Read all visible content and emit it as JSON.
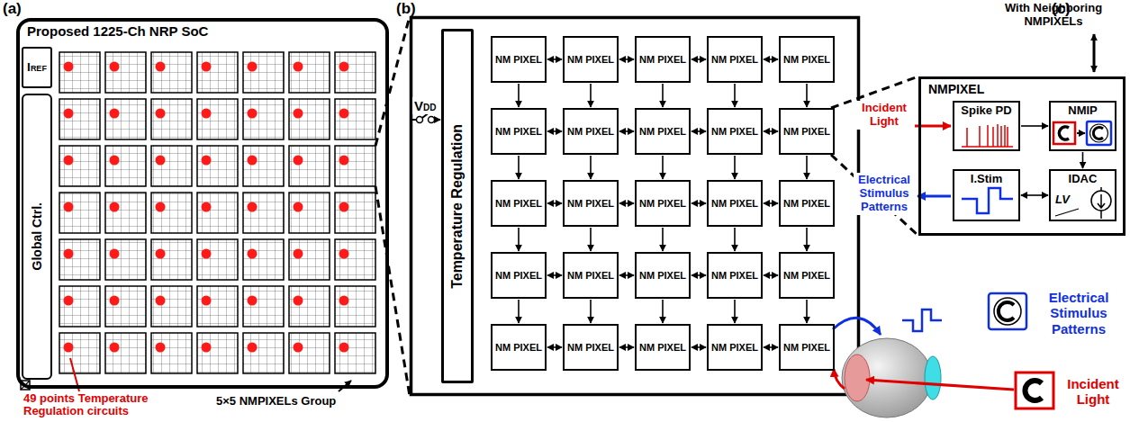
{
  "diagram": {
    "nodes": [
      {
        "text": [
          "Proposed 1225-Ch NRP SoC"
        ]
      },
      {
        "text": [
          "IREF"
        ],
        "in": 0
      },
      {
        "text": [
          "Global Ctrl."
        ],
        "in": 0
      },
      {
        "text": [
          "Temperature Regulation"
        ]
      },
      {
        "text": [
          "NM PIXEL"
        ]
      },
      {
        "text": [
          "NM PIXEL"
        ]
      },
      {
        "text": [
          "NM PIXEL"
        ]
      },
      {
        "text": [
          "NM PIXEL"
        ]
      },
      {
        "text": [
          "NM PIXEL"
        ]
      },
      {
        "text": [
          "NM PIXEL"
        ]
      },
      {
        "text": [
          "NM PIXEL"
        ]
      },
      {
        "text": [
          "NM PIXEL"
        ]
      },
      {
        "text": [
          "NM PIXEL"
        ]
      },
      {
        "text": [
          "NM PIXEL"
        ]
      },
      {
        "text": [
          "NM PIXEL"
        ]
      },
      {
        "text": [
          "NM PIXEL"
        ]
      },
      {
        "text": [
          "NM PIXEL"
        ]
      },
      {
        "text": [
          "NM PIXEL"
        ]
      },
      {
        "text": [
          "NM PIXEL"
        ]
      },
      {
        "text": [
          "NM PIXEL"
        ]
      },
      {
        "text": [
          "NM PIXEL"
        ]
      },
      {
        "text": [
          "NM PIXEL"
        ]
      },
      {
        "text": [
          "NM PIXEL"
        ]
      },
      {
        "text": [
          "NM PIXEL"
        ]
      },
      {
        "text": [
          "NM PIXEL"
        ]
      },
      {
        "text": [
          "NM PIXEL"
        ]
      },
      {
        "text": [
          "NM PIXEL"
        ]
      },
      {
        "text": [
          "NM PIXEL"
        ]
      },
      {
        "text": [
          "NM PIXEL"
        ]
      },
      {
        "text": [
          "NMPIXEL"
        ]
      },
      {
        "text": [
          "Spike PD"
        ],
        "in": 29
      },
      {
        "text": [
          "NMIP"
        ],
        "in": 29
      },
      {
        "text": [
          "I.Stim"
        ],
        "in": 29
      },
      {
        "text": [
          "IDAC"
        ],
        "in": 29
      }
    ],
    "edges": [
      {
        "from": 4,
        "to": 5,
        "arrow": "both"
      },
      {
        "from": 5,
        "to": 6,
        "arrow": "both"
      },
      {
        "from": 6,
        "to": 7,
        "arrow": "both"
      },
      {
        "from": 7,
        "to": 8,
        "arrow": "both"
      },
      {
        "from": 9,
        "to": 10,
        "arrow": "both"
      },
      {
        "from": 10,
        "to": 11,
        "arrow": "both"
      },
      {
        "from": 11,
        "to": 12,
        "arrow": "both"
      },
      {
        "from": 12,
        "to": 13,
        "arrow": "both"
      },
      {
        "from": 14,
        "to": 15,
        "arrow": "both"
      },
      {
        "from": 15,
        "to": 16,
        "arrow": "both"
      },
      {
        "from": 16,
        "to": 17,
        "arrow": "both"
      },
      {
        "from": 17,
        "to": 18,
        "arrow": "both"
      },
      {
        "from": 19,
        "to": 20,
        "arrow": "both"
      },
      {
        "from": 20,
        "to": 21,
        "arrow": "both"
      },
      {
        "from": 21,
        "to": 22,
        "arrow": "both"
      },
      {
        "from": 22,
        "to": 23,
        "arrow": "both"
      },
      {
        "from": 24,
        "to": 25,
        "arrow": "both"
      },
      {
        "from": 25,
        "to": 26,
        "arrow": "both"
      },
      {
        "from": 26,
        "to": 27,
        "arrow": "both"
      },
      {
        "from": 27,
        "to": 28,
        "arrow": "both"
      },
      {
        "from": 4,
        "to": 9,
        "arrow": "to"
      },
      {
        "from": 5,
        "to": 10,
        "arrow": "to"
      },
      {
        "from": 6,
        "to": 11,
        "arrow": "to"
      },
      {
        "from": 7,
        "to": 12,
        "arrow": "to"
      },
      {
        "from": 8,
        "to": 13,
        "arrow": "to"
      },
      {
        "from": 9,
        "to": 14,
        "arrow": "to"
      },
      {
        "from": 10,
        "to": 15,
        "arrow": "to"
      },
      {
        "from": 11,
        "to": 16,
        "arrow": "to"
      },
      {
        "from": 12,
        "to": 17,
        "arrow": "to"
      },
      {
        "from": 13,
        "to": 18,
        "arrow": "to"
      },
      {
        "from": 14,
        "to": 19,
        "arrow": "to"
      },
      {
        "from": 15,
        "to": 20,
        "arrow": "to"
      },
      {
        "from": 16,
        "to": 21,
        "arrow": "to"
      },
      {
        "from": 17,
        "to": 22,
        "arrow": "to"
      },
      {
        "from": 18,
        "to": 23,
        "arrow": "to"
      },
      {
        "from": 19,
        "to": 24,
        "arrow": "to"
      },
      {
        "from": 20,
        "to": 25,
        "arrow": "to"
      },
      {
        "from": 21,
        "to": 26,
        "arrow": "to"
      },
      {
        "from": 22,
        "to": 27,
        "arrow": "to"
      },
      {
        "from": 23,
        "to": 28,
        "arrow": "to"
      },
      {
        "from": 30,
        "to": 31,
        "arrow": "to"
      },
      {
        "from": 31,
        "to": 33,
        "arrow": "to"
      },
      {
        "from": 33,
        "to": 32,
        "arrow": "both"
      }
    ],
    "labels": [
      "(a)",
      "(b)",
      "(c)",
      "49 points Temperature Regulation circuits",
      "5×5 NMPIXELs Group",
      "VDD",
      "With Neighboring NMPIXELs",
      "Incident Light",
      "Electrical Stimulus Patterns",
      "LV",
      "Electrical Stimulus Patterns",
      "Incident Light"
    ]
  }
}
